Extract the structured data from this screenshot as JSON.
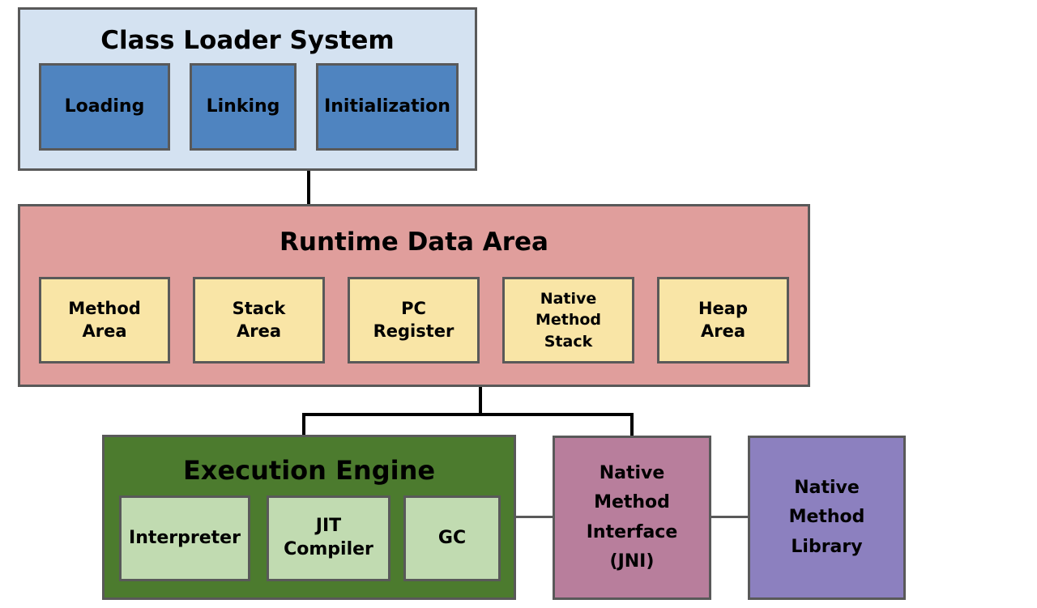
{
  "class_loader": {
    "title": "Class Loader System",
    "items": [
      "Loading",
      "Linking",
      "Initialization"
    ]
  },
  "runtime_data_area": {
    "title": "Runtime Data Area",
    "items": [
      "Method\nArea",
      "Stack\nArea",
      "PC\nRegister",
      "Native\nMethod\nStack",
      "Heap\nArea"
    ]
  },
  "execution_engine": {
    "title": "Execution Engine",
    "items": [
      "Interpreter",
      "JIT\nCompiler",
      "GC"
    ]
  },
  "jni": {
    "label": "Native\nMethod\nInterface\n(JNI)"
  },
  "native_library": {
    "label": "Native\nMethod\nLibrary"
  },
  "colors": {
    "class_loader_bg": "#d4e2f1",
    "class_loader_item": "#4f84c0",
    "runtime_bg": "#e09e9c",
    "runtime_item": "#f9e5a6",
    "engine_bg": "#4c7b2e",
    "engine_item": "#c1dbb1",
    "jni_bg": "#b87e9c",
    "library_bg": "#8c80bf",
    "border": "#595959"
  }
}
